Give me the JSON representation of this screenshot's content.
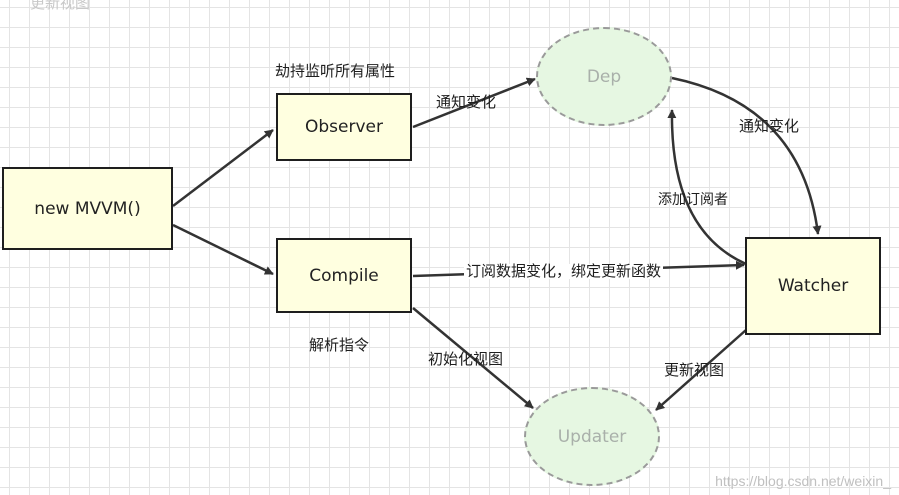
{
  "diagram": {
    "top_fragment": "更新视图",
    "nodes": {
      "new_mvvm": "new MVVM()",
      "observer": "Observer",
      "compile": "Compile",
      "dep": "Dep",
      "watcher": "Watcher",
      "updater": "Updater"
    },
    "labels": {
      "hijack": "劫持监听所有属性",
      "notify_observer_dep": "通知变化",
      "notify_dep_watcher": "通知变化",
      "add_subscriber": "添加订阅者",
      "subscribe": "订阅数据变化，绑定更新函数",
      "parse_directives": "解析指令",
      "init_view": "初始化视图",
      "update_view": "更新视图"
    },
    "colors": {
      "box_fill": "#ffffe0",
      "ellipse_fill": "#e6f7e2",
      "stroke": "#333333"
    }
  },
  "watermark": "https://blog.csdn.net/weixin_"
}
